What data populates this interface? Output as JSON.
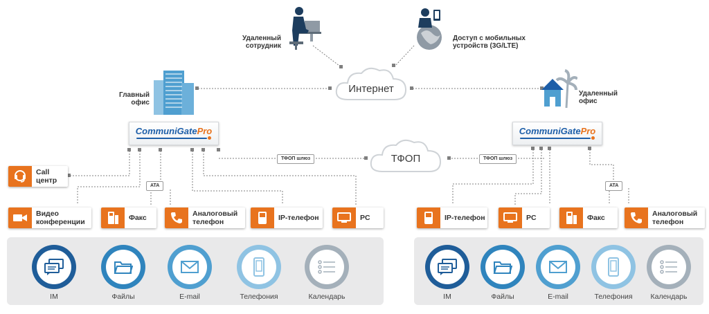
{
  "colors": {
    "orange": "#e8731e",
    "blue_dark": "#1d5ea8",
    "wire": "#7f7f7f"
  },
  "top": {
    "remote_worker": "Удаленный\nсотрудник",
    "mobile_access": "Доступ с мобильных\nустройств (3G/LTE)"
  },
  "clouds": {
    "internet": "Интернет",
    "pstn": "ТФОП"
  },
  "left_office": {
    "label": "Главный\nофис",
    "product": {
      "name": "CommuniGate",
      "suffix": "Pro"
    },
    "gateway_tag": "ТФОП шлюз",
    "ata_tag": "ATA",
    "devices": {
      "call_center": "Call\nцентр",
      "video": "Видео\nконференции",
      "fax": "Факс",
      "analog": "Аналоговый\nтелефон",
      "ip_phone": "IP-телефон",
      "pc": "PC"
    },
    "services": [
      "IM",
      "Файлы",
      "E-mail",
      "Телефония",
      "Календарь"
    ]
  },
  "right_office": {
    "label": "Удаленный\nофис",
    "product": {
      "name": "CommuniGate",
      "suffix": "Pro"
    },
    "gateway_tag": "ТФОП шлюз",
    "ata_tag": "ATA",
    "devices": {
      "ip_phone": "IP-телефон",
      "pc": "PC",
      "fax": "Факс",
      "analog": "Аналоговый\nтелефон"
    },
    "services": [
      "IM",
      "Файлы",
      "E-mail",
      "Телефония",
      "Календарь"
    ]
  },
  "service_colors": [
    "#1f5d99",
    "#2f84bd",
    "#4f9fd0",
    "#8fc3e3",
    "#a4b0ba"
  ],
  "icons": [
    "worker-icon",
    "mobile-globe-icon",
    "cloud-icon",
    "office-building-icon",
    "remote-house-icon",
    "headset-icon",
    "video-camera-icon",
    "fax-icon",
    "handset-icon",
    "ip-phone-icon",
    "monitor-icon",
    "chat-icon",
    "folder-icon",
    "envelope-icon",
    "smartphone-icon",
    "list-icon"
  ]
}
